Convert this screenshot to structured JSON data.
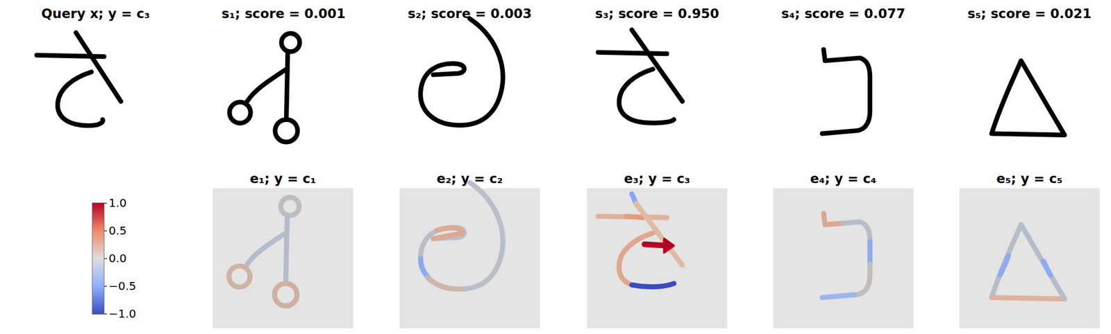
{
  "diagram": {
    "labels": [
      "Query x; y = c₃",
      "s₁; score = 0.001",
      "s₂; score = 0.003",
      "s₃; score = 0.950",
      "s₄; score = 0.077",
      "s₅; score = 0.021",
      "e₁; y = c₁",
      "e₂; y = c₂",
      "e₃; y = c₃",
      "e₄; y = c₄",
      "e₅; y = c₅",
      "1.0",
      "0.5",
      "0.0",
      "−0.5",
      "−1.0"
    ]
  }
}
